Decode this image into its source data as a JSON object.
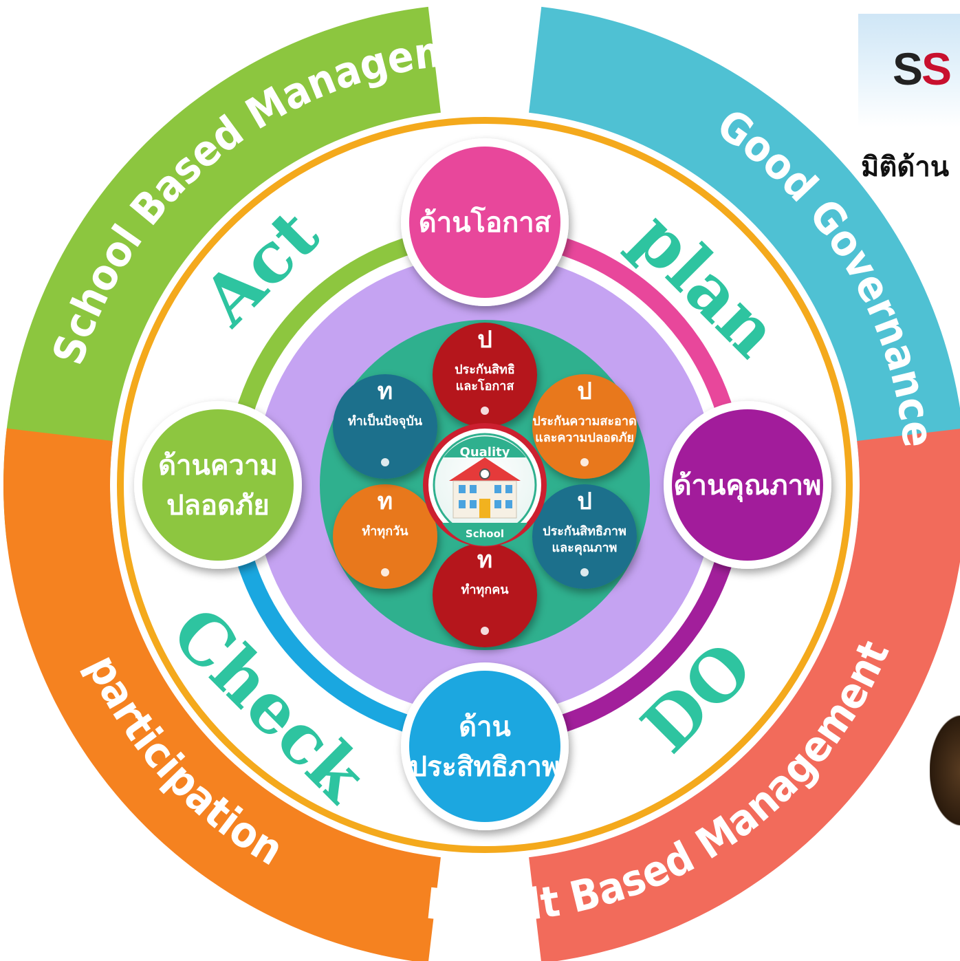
{
  "outer_ring": [
    {
      "label": "School Based Management",
      "color": "#8cc63f"
    },
    {
      "label": "Good Governance",
      "color": "#4fc1d3"
    },
    {
      "label": "Result Based Management",
      "color": "#f26b5b"
    },
    {
      "label": "participation",
      "color": "#f58220"
    }
  ],
  "pdca": {
    "act": "Act",
    "plan": "plan",
    "do": "DO",
    "check": "Check",
    "color": "#2ec4a0"
  },
  "dimensions": [
    {
      "label_lines": [
        "ด้านโอกาส"
      ],
      "color": "#e8479b"
    },
    {
      "label_lines": [
        "ด้านคุณภาพ"
      ],
      "color": "#a21f9b"
    },
    {
      "label_lines": [
        "ด้าน",
        "ประสิทธิภาพ"
      ],
      "color": "#1aa7e0"
    },
    {
      "label_lines": [
        "ด้านความ",
        "ปลอดภัย"
      ],
      "color": "#8dc63f"
    }
  ],
  "petals": [
    {
      "letter": "ป",
      "lines": [
        "ประกันสิทธิ",
        "และโอกาส"
      ],
      "color": "#b5121b"
    },
    {
      "letter": "ป",
      "lines": [
        "ประกันความสะอาด",
        "และความปลอดภัย"
      ],
      "color": "#e8781a"
    },
    {
      "letter": "ป",
      "lines": [
        "ประกันสิทธิภาพ",
        "และคุณภาพ"
      ],
      "color": "#1a6f8c"
    },
    {
      "letter": "ท",
      "lines": [
        "ทำทุกคน"
      ],
      "color": "#b5121b"
    },
    {
      "letter": "ท",
      "lines": [
        "ทำทุกวัน"
      ],
      "color": "#e8781a"
    },
    {
      "letter": "ท",
      "lines": [
        "ทำเป็นปัจจุบัน"
      ],
      "color": "#1a6f8c"
    }
  ],
  "center": {
    "top_label": "Quality",
    "bottom_label": "School"
  },
  "logo": {
    "text_a": "S",
    "text_b": "S"
  },
  "caption": "มิติด้าน"
}
